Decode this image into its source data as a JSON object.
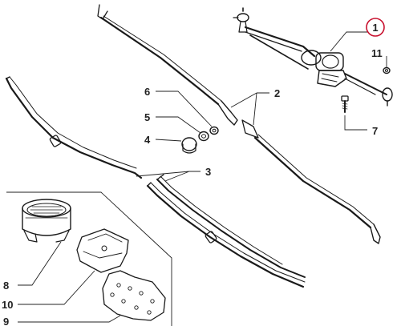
{
  "callouts": {
    "c1": "1",
    "c2": "2",
    "c3": "3",
    "c4": "4",
    "c5": "5",
    "c6": "6",
    "c7": "7",
    "c8": "8",
    "c9": "9",
    "c10": "10",
    "c11": "11"
  },
  "highlight_color": "#c8102e",
  "line_color": "#1a1a1a"
}
